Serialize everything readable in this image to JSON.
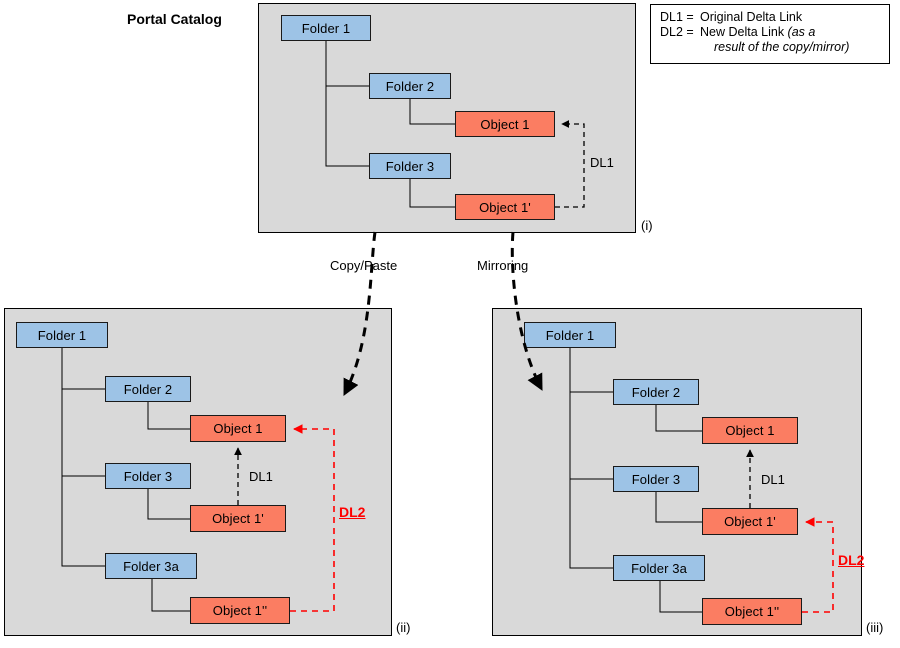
{
  "title": "Portal Catalog",
  "legend": {
    "rows": [
      {
        "key": "DL1 =",
        "value": "Original Delta Link"
      },
      {
        "key": "DL2 =",
        "value": "New Delta Link "
      }
    ],
    "dl2_italic": "(as a",
    "dl2_italic_cont": "result of the copy/mirror)"
  },
  "flows": [
    {
      "label": "Copy/Paste"
    },
    {
      "label": "Mirroring"
    }
  ],
  "panels": [
    {
      "id": "panel-i",
      "label": "(i)",
      "nodes": [
        {
          "name": "folder-1",
          "label": "Folder 1",
          "kind": "folder"
        },
        {
          "name": "folder-2",
          "label": "Folder 2",
          "kind": "folder"
        },
        {
          "name": "object-1",
          "label": "Object 1",
          "kind": "object"
        },
        {
          "name": "folder-3",
          "label": "Folder 3",
          "kind": "folder"
        },
        {
          "name": "object-1-prime",
          "label": "Object 1'",
          "kind": "object"
        }
      ],
      "links": [
        {
          "name": "dl1",
          "label": "DL1",
          "color": "#000000",
          "from": "object-1-prime",
          "to": "object-1"
        }
      ]
    },
    {
      "id": "panel-ii",
      "label": "(ii)",
      "nodes": [
        {
          "name": "folder-1",
          "label": "Folder 1",
          "kind": "folder"
        },
        {
          "name": "folder-2",
          "label": "Folder 2",
          "kind": "folder"
        },
        {
          "name": "object-1",
          "label": "Object 1",
          "kind": "object"
        },
        {
          "name": "folder-3",
          "label": "Folder 3",
          "kind": "folder"
        },
        {
          "name": "object-1-prime",
          "label": "Object 1'",
          "kind": "object"
        },
        {
          "name": "folder-3a",
          "label": "Folder 3a",
          "kind": "folder"
        },
        {
          "name": "object-1-dprime",
          "label": "Object 1''",
          "kind": "object"
        }
      ],
      "links": [
        {
          "name": "dl1",
          "label": "DL1",
          "color": "#000000",
          "from": "object-1-prime",
          "to": "object-1"
        },
        {
          "name": "dl2",
          "label": "DL2",
          "color": "#ff0000",
          "from": "object-1-dprime",
          "to": "object-1"
        }
      ]
    },
    {
      "id": "panel-iii",
      "label": "(iii)",
      "nodes": [
        {
          "name": "folder-1",
          "label": "Folder 1",
          "kind": "folder"
        },
        {
          "name": "folder-2",
          "label": "Folder 2",
          "kind": "folder"
        },
        {
          "name": "object-1",
          "label": "Object 1",
          "kind": "object"
        },
        {
          "name": "folder-3",
          "label": "Folder 3",
          "kind": "folder"
        },
        {
          "name": "object-1-prime",
          "label": "Object 1'",
          "kind": "object"
        },
        {
          "name": "folder-3a",
          "label": "Folder 3a",
          "kind": "folder"
        },
        {
          "name": "object-1-dprime",
          "label": "Object 1''",
          "kind": "object"
        }
      ],
      "links": [
        {
          "name": "dl1",
          "label": "DL1",
          "color": "#000000",
          "from": "object-1-prime",
          "to": "object-1"
        },
        {
          "name": "dl2",
          "label": "DL2",
          "color": "#ff0000",
          "from": "object-1-dprime",
          "to": "object-1-prime"
        }
      ]
    }
  ],
  "colors": {
    "folder": "#9dc3e6",
    "object": "#fb7d62",
    "panel_bg": "#d9d9d9",
    "dl1": "#000000",
    "dl2": "#ff0000"
  }
}
